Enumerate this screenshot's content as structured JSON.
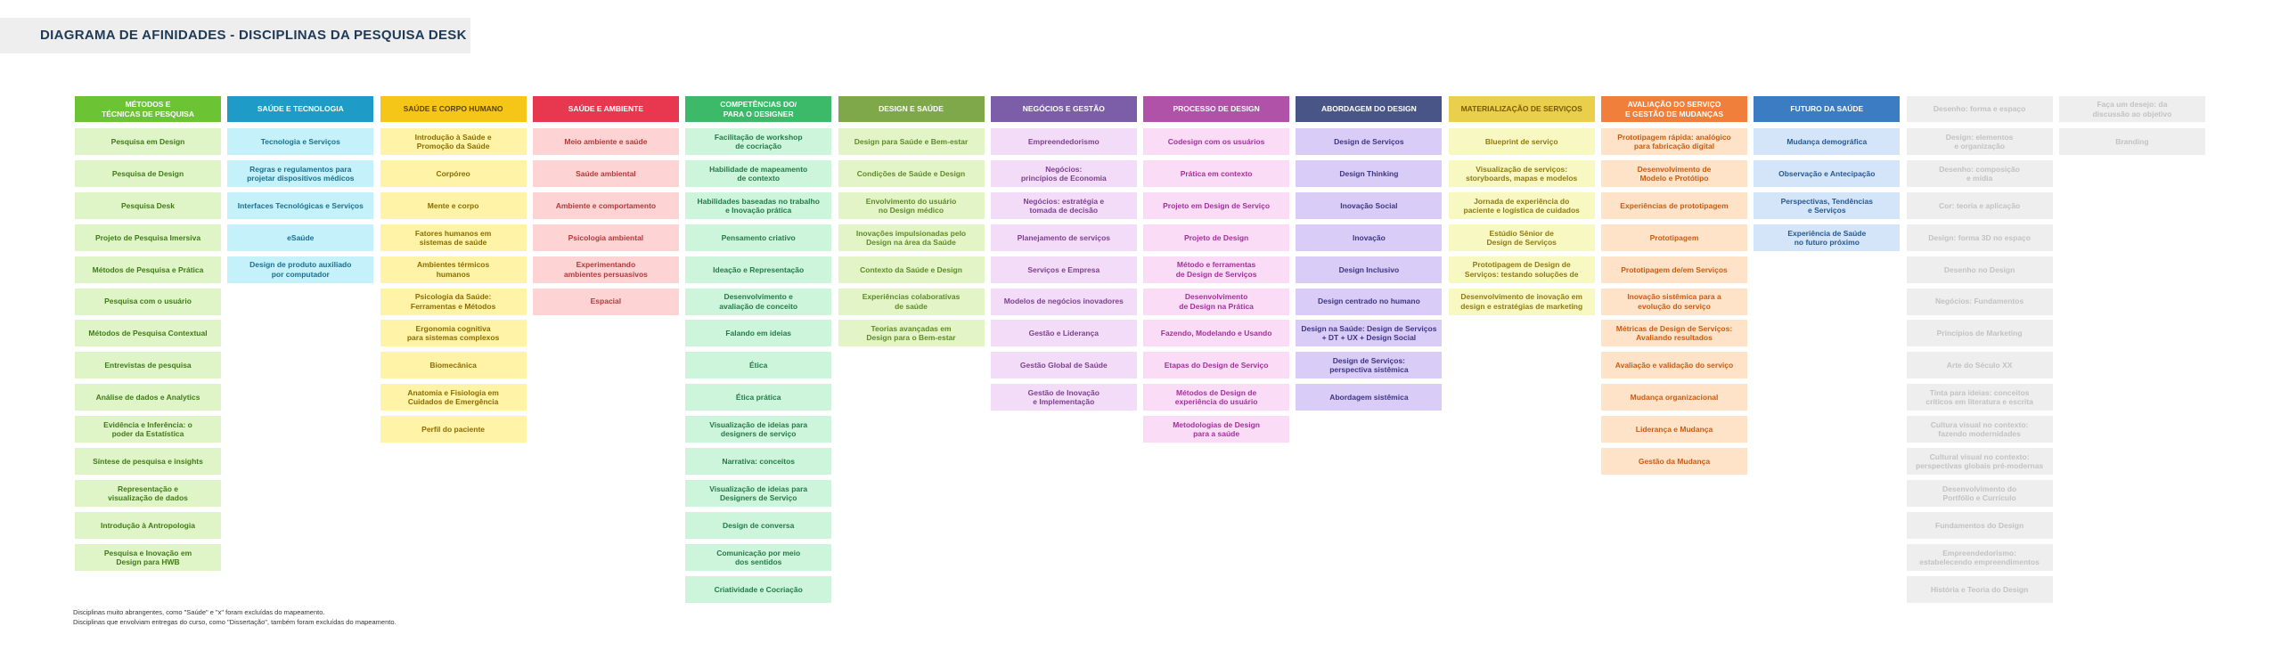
{
  "title": "DIAGRAMA DE AFINIDADES - DISCIPLINAS DA PESQUISA DESK",
  "notes": [
    "Disciplinas muito abrangentes, como \"Saúde\" e \"x\" foram excluídas do mapeamento.",
    "Disciplinas que envolviam entregas do curso, como \"Dissertação\", também foram excluídas do mapeamento."
  ],
  "columns": [
    {
      "header": "MÉTODOS E\nTÉCNICAS DE PESQUISA",
      "header_bg": "#6cc435",
      "header_fg": "#ffffff",
      "card_bg": "#dff5c8",
      "card_fg": "#3f7a17",
      "items": [
        "Pesquisa em Design",
        "Pesquisa de Design",
        "Pesquisa Desk",
        "Projeto de Pesquisa Imersiva",
        "Métodos de Pesquisa e Prática",
        "Pesquisa com o usuário",
        "Métodos de Pesquisa Contextual",
        "Entrevistas de pesquisa",
        "Análise de dados e Analytics",
        "Evidência e Inferência: o\npoder da Estatística",
        "Síntese de pesquisa e insights",
        "Representação e\nvisualização de dados",
        "Introdução à Antropologia",
        "Pesquisa e Inovação em\nDesign para HWB"
      ]
    },
    {
      "header": "SAÚDE E TECNOLOGIA",
      "header_bg": "#1e9bc6",
      "header_fg": "#ffffff",
      "card_bg": "#c5f1fb",
      "card_fg": "#1a6f8f",
      "items": [
        "Tecnologia e Serviços",
        "Regras e regulamentos para\nprojetar dispositivos médicos",
        "Interfaces Tecnológicas e Serviços",
        "eSaúde",
        "Design de produto auxiliado\npor computador"
      ]
    },
    {
      "header": "SAÚDE E CORPO HUMANO",
      "header_bg": "#f5c518",
      "header_fg": "#5a4300",
      "card_bg": "#fff3a8",
      "card_fg": "#8a6d00",
      "items": [
        "Introdução à Saúde e\nPromoção da Saúde",
        "Corpóreo",
        "Mente e corpo",
        "Fatores humanos em\nsistemas de saúde",
        "Ambientes térmicos\nhumanos",
        "Psicologia da Saúde:\nFerramentas e Métodos",
        "Ergonomia cognitiva\npara sistemas complexos",
        "Biomecânica",
        "Anatomia e Fisiologia em\nCuidados de Emergência",
        "Perfil do paciente"
      ]
    },
    {
      "header": "SAÚDE E AMBIENTE",
      "header_bg": "#e8384f",
      "header_fg": "#ffffff",
      "card_bg": "#fdd3d3",
      "card_fg": "#b03a3a",
      "items": [
        "Meio ambiente e saúde",
        "Saúde ambiental",
        "Ambiente e comportamento",
        "Psicologia ambiental",
        "Experimentando\nambientes persuasivos",
        "Espacial"
      ]
    },
    {
      "header": "COMPETÊNCIAS DO/\nPARA O DESIGNER",
      "header_bg": "#3cba6a",
      "header_fg": "#ffffff",
      "card_bg": "#ccf5dc",
      "card_fg": "#247a45",
      "items": [
        "Facilitação de workshop\nde cocriação",
        "Habilidade de mapeamento\nde contexto",
        "Habilidades baseadas no trabalho\ne Inovação prática",
        "Pensamento criativo",
        "Ideação e Representação",
        "Desenvolvimento e\navaliação de conceito",
        "Falando em ideias",
        "Ética",
        "Ética prática",
        "Visualização de ideias para\ndesigners de serviço",
        "Narrativa: conceitos",
        "Visualização de ideias para\nDesigners de Serviço",
        "Design de conversa",
        "Comunicação por meio\ndos sentidos",
        "Criatividade e Cocriação"
      ]
    },
    {
      "header": "DESIGN E SAÚDE",
      "header_bg": "#7fa84a",
      "header_fg": "#ffffff",
      "card_bg": "#e3f4c6",
      "card_fg": "#5e8a2a",
      "items": [
        "Design para Saúde e Bem-estar",
        "Condições de Saúde e Design",
        "Envolvimento do usuário\nno Design médico",
        "Inovações impulsionadas pelo\nDesign na área da Saúde",
        "Contexto da Saúde e Design",
        "Experiências colaborativas\nde saúde",
        "Teorias avançadas em\nDesign para o Bem-estar"
      ]
    },
    {
      "header": "NEGÓCIOS E GESTÃO",
      "header_bg": "#7b5ea7",
      "header_fg": "#ffffff",
      "card_bg": "#f3dcf7",
      "card_fg": "#7b3f8f",
      "items": [
        "Empreendedorismo",
        "Negócios:\nprincípios de Economia",
        "Negócios: estratégia e\ntomada de decisão",
        "Planejamento de serviços",
        "Serviços e Empresa",
        "Modelos de negócios inovadores",
        "Gestão e Liderança",
        "Gestão Global de Saúde",
        "Gestão de Inovação\ne Implementação"
      ]
    },
    {
      "header": "PROCESSO DE DESIGN",
      "header_bg": "#b052a8",
      "header_fg": "#ffffff",
      "card_bg": "#fbdcf7",
      "card_fg": "#a3309a",
      "items": [
        "Codesign com os usuários",
        "Prática em contexto",
        "Projeto em Design de Serviço",
        "Projeto de Design",
        "Método e ferramentas\nde Design de Serviços",
        "Desenvolvimento\nde Design na Prática",
        "Fazendo, Modelando e Usando",
        "Etapas do Design de Serviço",
        "Métodos de Design de\nexperiência do usuário",
        "Metodologias de Design\npara a saúde"
      ]
    },
    {
      "header": "ABORDAGEM DO DESIGN",
      "header_bg": "#4a5587",
      "header_fg": "#ffffff",
      "card_bg": "#d9ccf7",
      "card_fg": "#3c3580",
      "items": [
        "Design de Serviços",
        "Design Thinking",
        "Inovação Social",
        "Inovação",
        "Design Inclusivo",
        "Design centrado no humano",
        "Design na Saúde: Design de Serviços\n+ DT + UX + Design Social",
        "Design de Serviços:\nperspectiva sistêmica",
        "Abordagem sistêmica"
      ]
    },
    {
      "header": "MATERIALIZAÇÃO DE SERVIÇOS",
      "header_bg": "#e9cf4c",
      "header_fg": "#7a5b00",
      "card_bg": "#f8f8c2",
      "card_fg": "#8f7a12",
      "items": [
        "Blueprint de serviço",
        "Visualização de serviços:\nstoryboards, mapas e modelos",
        "Jornada de experiência do\npaciente e logística de cuidados",
        "Estúdio Sênior de\nDesign de Serviços",
        "Prototipagem de Design de\nServiços: testando soluções de",
        "Desenvolvimento de inovação em\ndesign e estratégias de marketing"
      ]
    },
    {
      "header": "AVALIAÇÃO DO SERVIÇO\nE GESTÃO DE MUDANÇAS",
      "header_bg": "#ef7f3a",
      "header_fg": "#ffffff",
      "card_bg": "#ffe3c8",
      "card_fg": "#c95b12",
      "items": [
        "Prototipagem rápida: analógico\npara fabricação digital",
        "Desenvolvimento de\nModelo e Protótipo",
        "Experiências de prototipagem",
        "Prototipagem",
        "Prototipagem de/em Serviços",
        "Inovação sistêmica para a\nevolução do serviço",
        "Métricas de Design de Serviços:\nAvaliando resultados",
        "Avaliação e validação do serviço",
        "Mudança organizacional",
        "Liderança e Mudança",
        "Gestão da Mudança"
      ]
    },
    {
      "header": "FUTURO DA SAÚDE",
      "header_bg": "#3c7cc2",
      "header_fg": "#ffffff",
      "card_bg": "#d4e5fa",
      "card_fg": "#25588f",
      "items": [
        "Mudança demográfica",
        "Observação e Antecipação",
        "Perspectivas, Tendências\ne Serviços",
        "Experiência de Saúde\nno futuro próximo"
      ]
    },
    {
      "header": "Desenho: forma e espaço",
      "header_bg": "#eeeeee",
      "header_fg": "#c2c2c2",
      "card_bg": "#eeeeee",
      "card_fg": "#c2c2c2",
      "items": [
        "Design: elementos\ne organização",
        "Desenho: composição\ne mídia",
        "Cor: teoria e aplicação",
        "Design: forma 3D no espaço",
        "Desenho no Design",
        "Negócios: Fundamentos",
        "Princípios de Marketing",
        "Arte do Século XX",
        "Tinta para ideias: conceitos\ncríticos em literatura e escrita",
        "Cultura visual no contexto:\nfazendo modernidades",
        "Cultural visual no contexto:\nperspectivas globais pré-modernas",
        "Desenvolvimento do\nPortfólio e Currículo",
        "Fundamentos do Design",
        "Empreendedorismo:\nestabelecendo empreendimentos",
        "História e Teoria do Design"
      ]
    },
    {
      "header": "Faça um desejo: da\ndiscussão ao objetivo",
      "header_bg": "#eeeeee",
      "header_fg": "#c2c2c2",
      "card_bg": "#eeeeee",
      "card_fg": "#c2c2c2",
      "items": [
        "Branding"
      ]
    }
  ]
}
